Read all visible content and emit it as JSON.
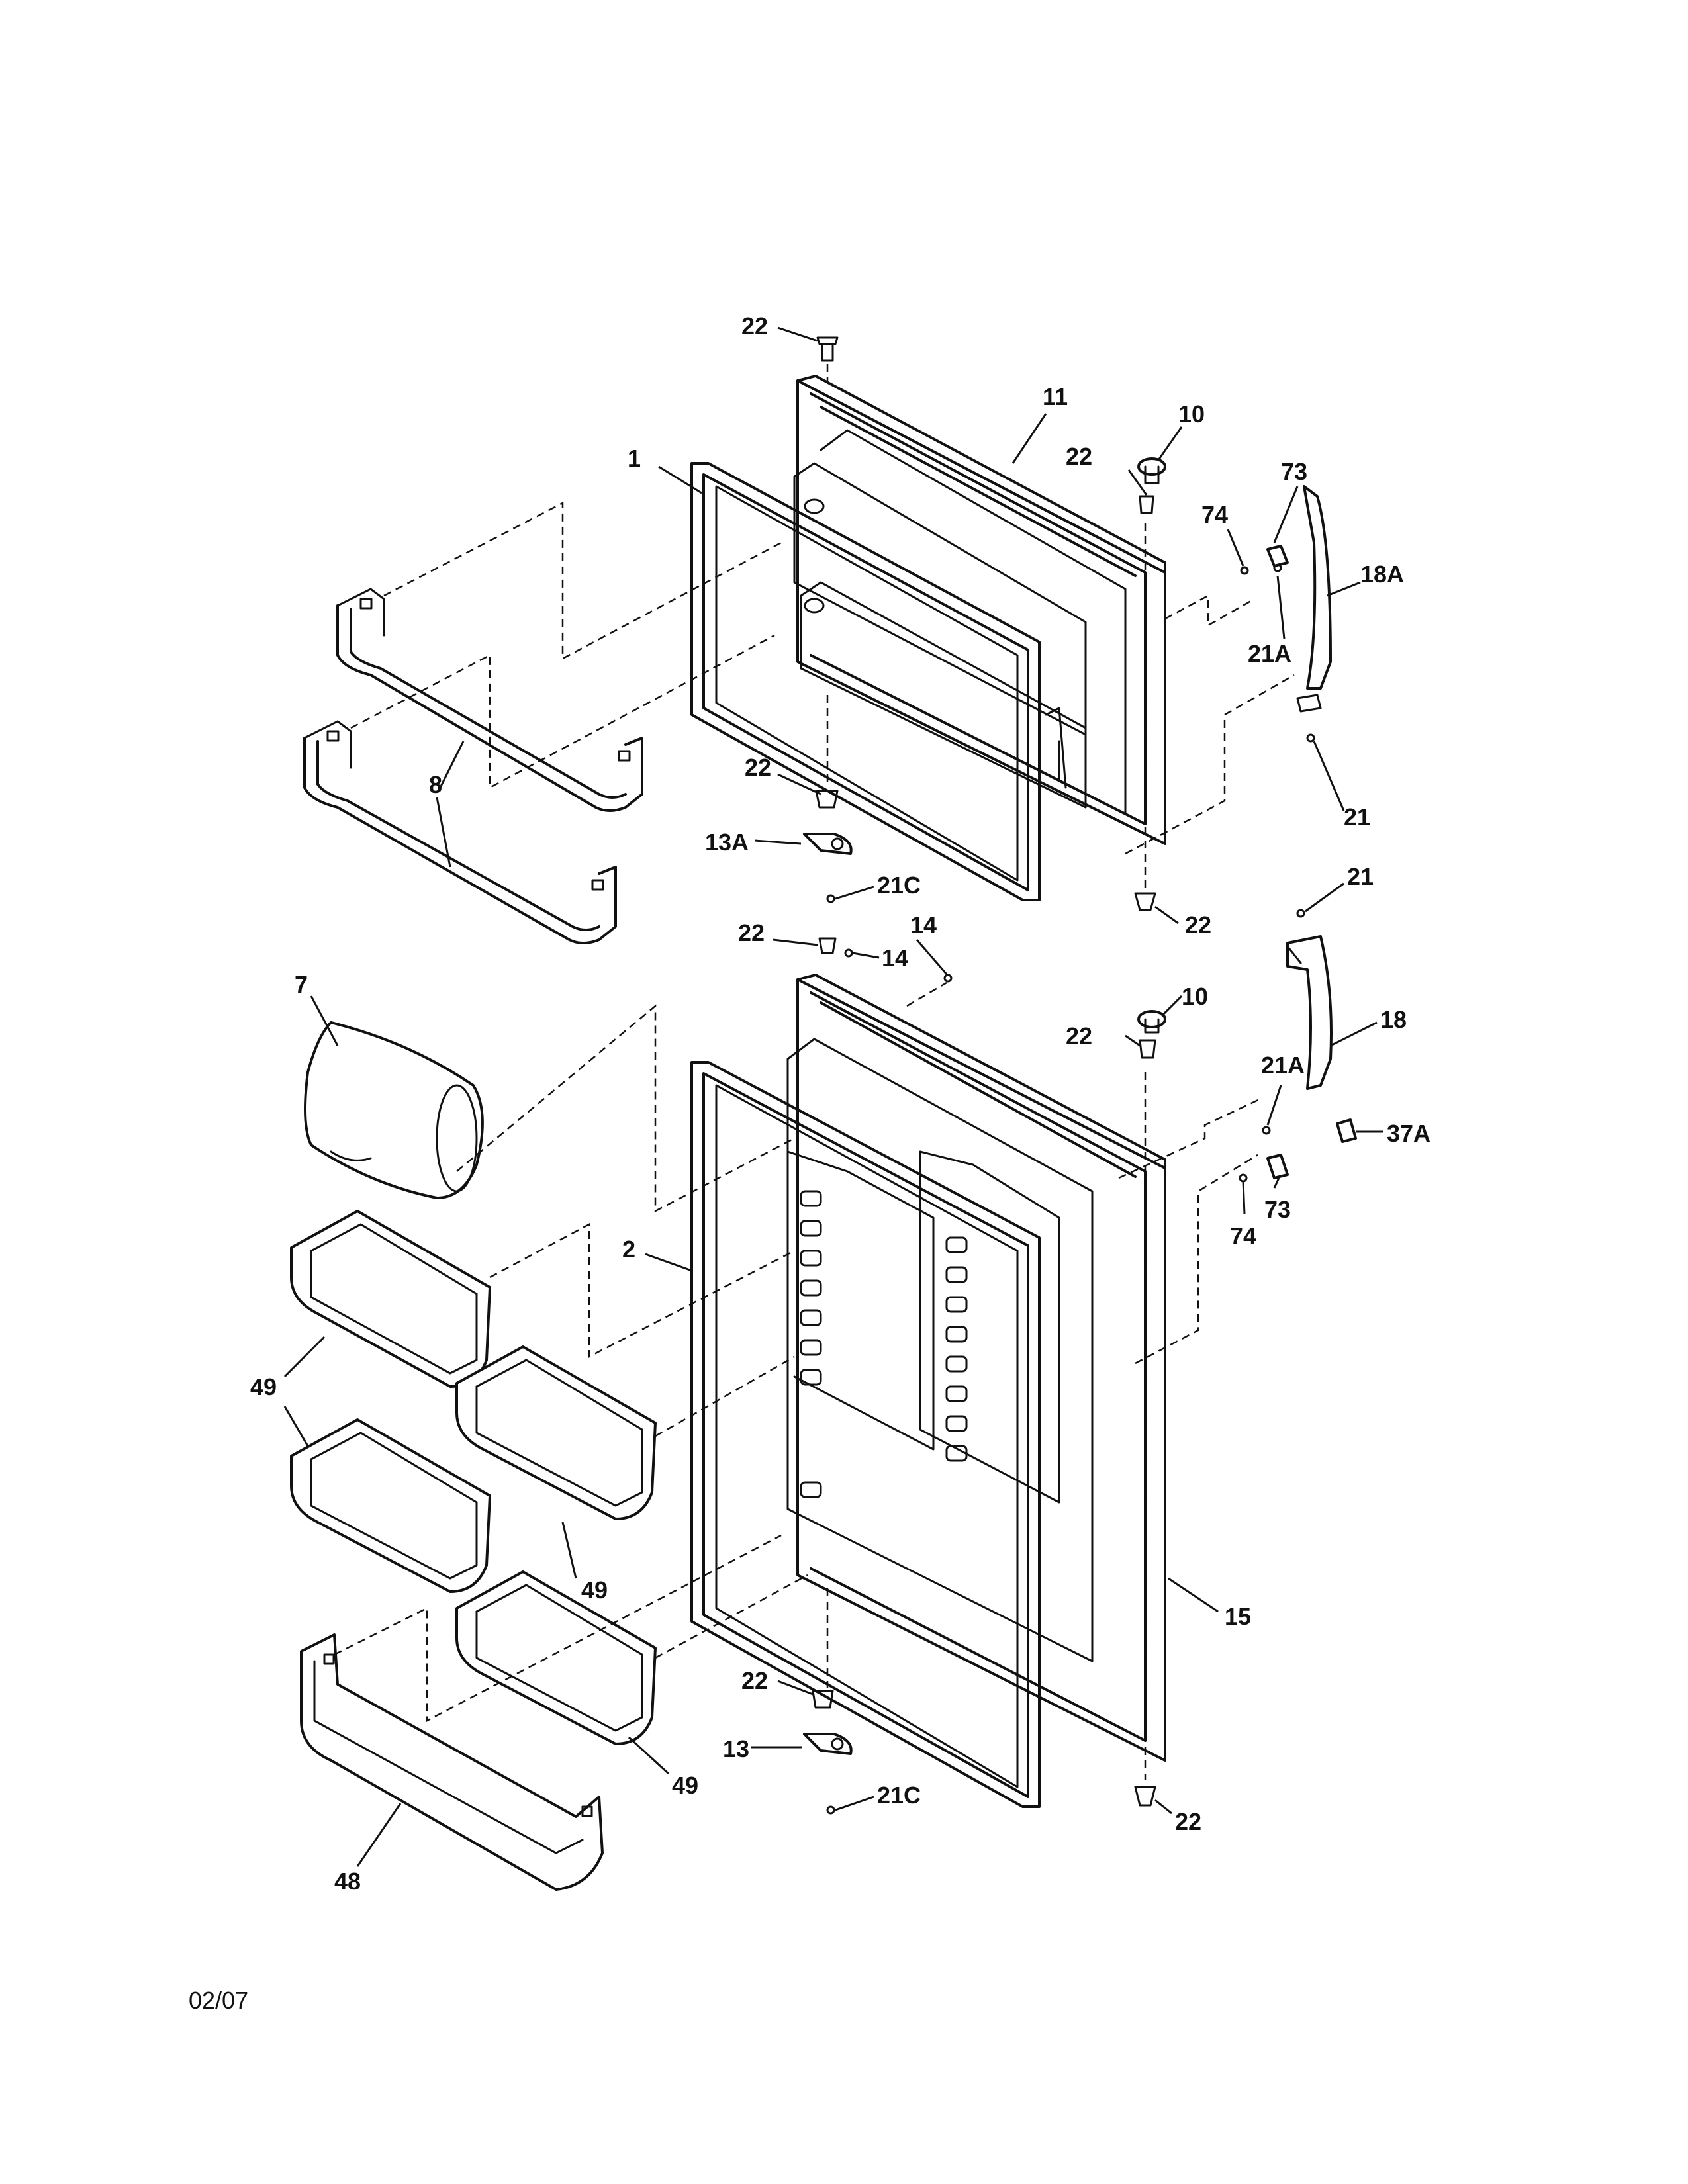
{
  "labels": {
    "l22_top": "22",
    "l11": "11",
    "l10_top": "10",
    "l22_hinge_top": "22",
    "l1": "1",
    "l73_top": "73",
    "l74_top": "74",
    "l18A": "18A",
    "l21A_top": "21A",
    "l8": "8",
    "l22_fz_bottom": "22",
    "l13A": "13A",
    "l21C_top": "21C",
    "l21_top": "21",
    "l22_mid_right": "22",
    "l21_mid": "21",
    "l14_a": "14",
    "l22_ff_top": "22",
    "l14_b": "14",
    "l7": "7",
    "l10_bottom": "10",
    "l22_ff_hinge": "22",
    "l18": "18",
    "l21A_bottom": "21A",
    "l37A": "37A",
    "l73_bottom": "73",
    "l74_bottom": "74",
    "l2": "2",
    "l49_a": "49",
    "l49_b": "49",
    "l49_c": "49",
    "l15": "15",
    "l22_ff_bottom": "22",
    "l13": "13",
    "l21C_bottom": "21C",
    "l49_d": "49",
    "l22_bottom_right": "22",
    "l48": "48"
  },
  "footer": {
    "date": "02/07"
  }
}
